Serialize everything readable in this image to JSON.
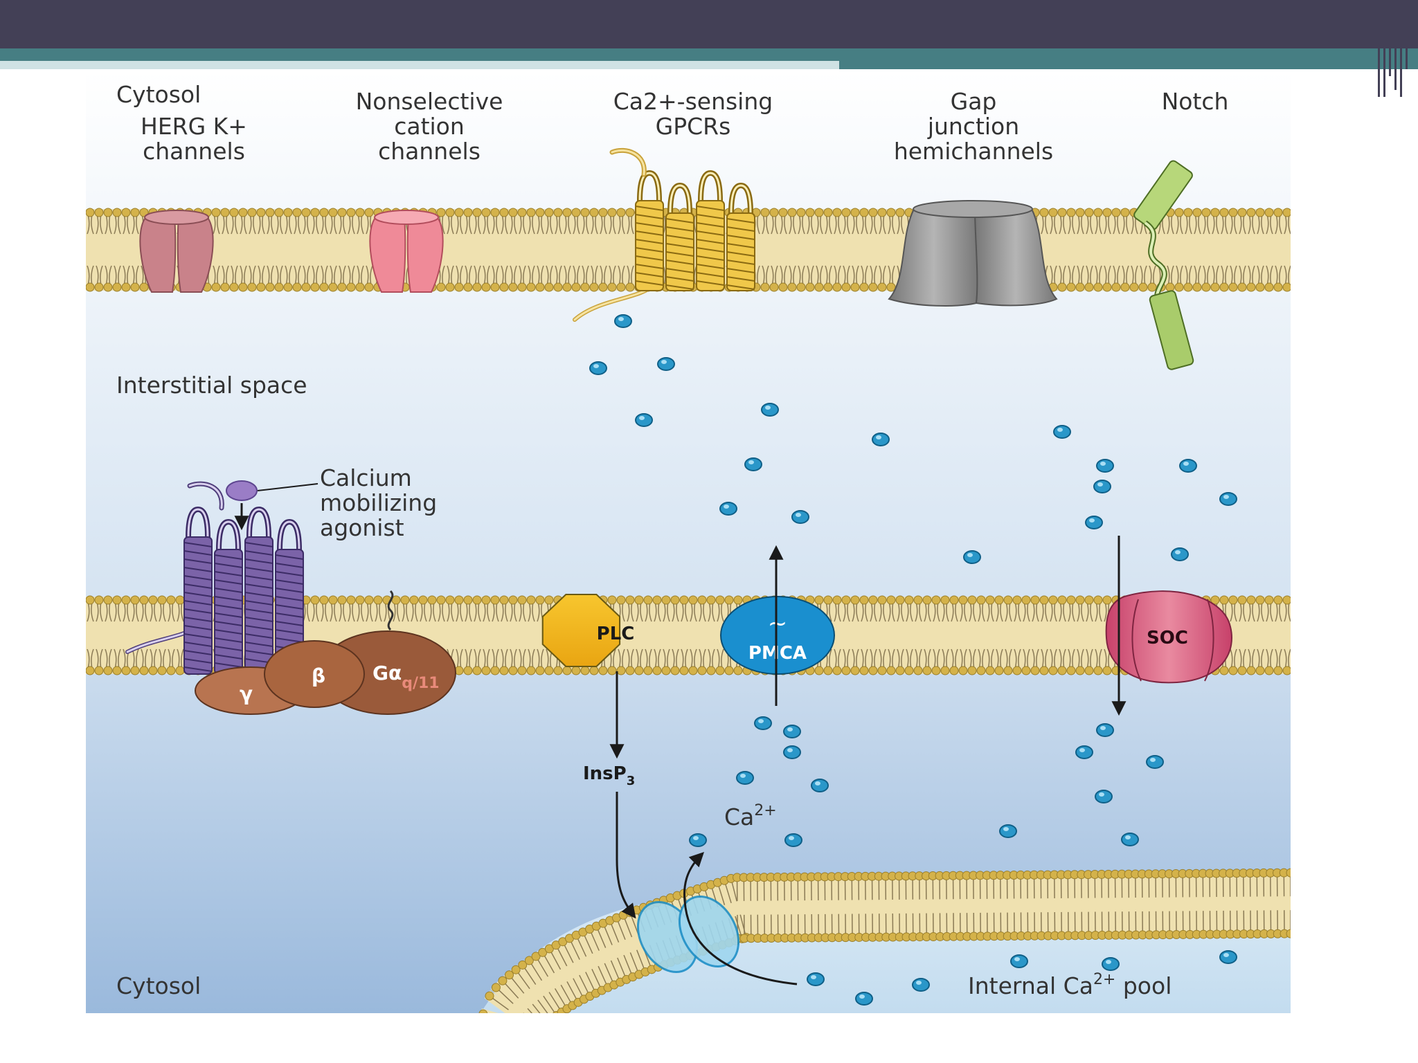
{
  "slide": {
    "header_color": "#434056",
    "rule_color": "#467e83"
  },
  "diagram": {
    "background_top": "#ffffff",
    "background_bottom": "#9ab9dc",
    "labels": {
      "cytosol_top": "Cytosol",
      "herg": [
        "HERG K+",
        "channels"
      ],
      "nonselective": [
        "Nonselective",
        "cation",
        "channels"
      ],
      "gpcr": [
        "Ca2+-sensing",
        "GPCRs"
      ],
      "gap": [
        "Gap",
        "junction",
        "hemichannels"
      ],
      "notch": "Notch",
      "interstitial": "Interstitial space",
      "agonist": [
        "Calcium",
        "mobilizing",
        "agonist"
      ],
      "cytosol_bottom": "Cytosol",
      "ca_ion": "Ca",
      "ca_charge": "2+",
      "internal_pool": "Internal Ca",
      "internal_pool_charge": "2+",
      "internal_pool_suffix": " pool",
      "insp3": "InsP",
      "insp3_sub": "3"
    },
    "proteins": {
      "plc": "PLC",
      "pmca": "PMCA",
      "pmca_symbol": "~",
      "soc": "SOC",
      "gamma": "γ",
      "beta": "β",
      "galpha": "Gα",
      "galpha_sub": "q/11"
    },
    "colors": {
      "plc": "#f2b51b",
      "pmca": "#1a8fcf",
      "soc": "#d65c7a",
      "gpcr_yellow": "#f0c84a",
      "gpcr_purple": "#7b63a8",
      "gap": "#8a8a8a",
      "notch": "#9bc45e",
      "herg": "#c9828a",
      "nonselective": "#ef8a98",
      "membrane_head": "#d4b24a",
      "membrane_tail": "#8a7a55",
      "ion": "#2a97c9",
      "g_protein": "#9a5a3a"
    }
  }
}
